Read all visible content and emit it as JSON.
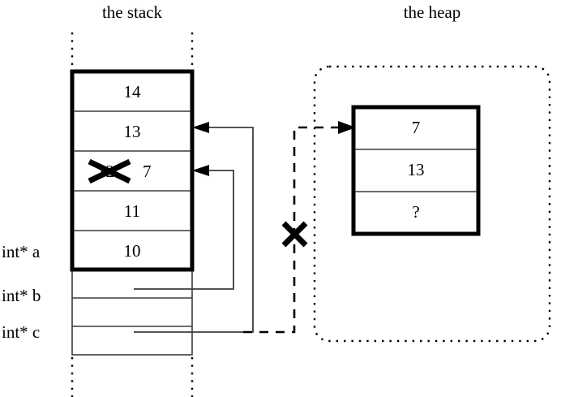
{
  "titles": {
    "stack": "the stack",
    "heap": "the heap"
  },
  "stack": {
    "frame_cells": [
      {
        "value": "14"
      },
      {
        "value": "13"
      },
      {
        "value": "12",
        "overwritten_with": "7",
        "struck_out": true
      },
      {
        "value": "11"
      },
      {
        "value": "10"
      }
    ],
    "pointer_rows": [
      {
        "label": "int* a",
        "points_to": "stack-cell-10"
      },
      {
        "label": "int* b",
        "points_to": "stack-cell-7"
      },
      {
        "label": "int* c",
        "points_to": "stack-cell-13"
      }
    ]
  },
  "heap": {
    "block_cells": [
      {
        "value": "7"
      },
      {
        "value": "13"
      },
      {
        "value": "?"
      }
    ]
  },
  "annotations": {
    "strike_mark": "X",
    "dangling_mark": "X"
  },
  "colors": {
    "ink": "#000000",
    "line": "#3c3c3c",
    "background": "#ffffff"
  }
}
